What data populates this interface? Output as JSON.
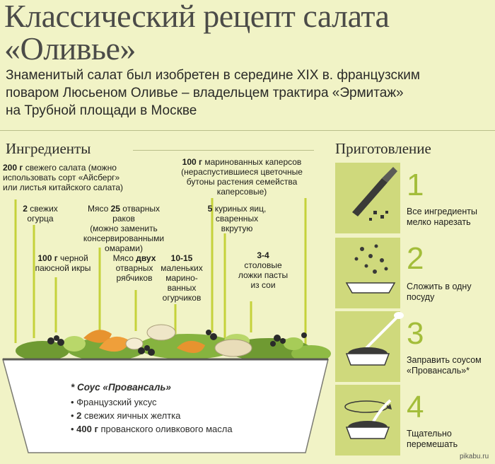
{
  "header": {
    "title_line1": "Классический рецепт салата",
    "title_line2": "«Оливье»",
    "subtitle_line1": "Знаменитый салат был изобретен в середине XIX в. французским",
    "subtitle_line2": "поваром Люсьеном Оливье – владельцем трактира «Эрмитаж»",
    "subtitle_line3": "на Трубной площади в Москве"
  },
  "ingredients_heading": "Ингредиенты",
  "preparation_heading": "Приготовление",
  "ingredients": {
    "lettuce": {
      "amount": "200 г",
      "l1": " свежего салата (можно",
      "l2": "использовать сорт «Айсберг»",
      "l3": "или листья китайского салата)"
    },
    "cucumbers": {
      "amount": "2",
      "l1": " свежих",
      "l2": "огурца"
    },
    "caviar": {
      "amount": "100 г",
      "l1": " черной",
      "l2": "паюсной икры"
    },
    "crayfish": {
      "prefix": "Мясо ",
      "amount": "25",
      "l1": " отварных раков",
      "l2": "(можно заменить",
      "l3": "консервированными",
      "l4": "омарами)"
    },
    "grouse": {
      "prefix": "Мясо ",
      "amount": "двух",
      "l2": "отварных",
      "l3": "рябчиков"
    },
    "gherkins": {
      "amount": "10-15",
      "l2": "маленьких",
      "l3": "марино-",
      "l4": "ванных",
      "l5": "огурчиков"
    },
    "capers": {
      "amount": "100 г",
      "l1": " маринованных каперсов",
      "l2": "(нераспустившиеся цветочные",
      "l3": "бутоны растения семейства",
      "l4": "каперсовые)"
    },
    "eggs": {
      "amount": "5",
      "l1": " куриных яиц,",
      "l2": "сваренных",
      "l3": "вкрутую"
    },
    "soy": {
      "amount": "3-4",
      "l2": "столовые",
      "l3": "ложки пасты",
      "l4": "из сои"
    }
  },
  "sauce": {
    "title": "* Соус «Провансаль»",
    "items": [
      {
        "amount": "",
        "text": "Французский уксус"
      },
      {
        "amount": "2",
        "text": " свежих яичных желтка"
      },
      {
        "amount": "400 г",
        "text": " прованского оливкового масла"
      }
    ]
  },
  "steps": [
    {
      "number": "1",
      "l1": "Все ингредиенты",
      "l2": "мелко нарезать"
    },
    {
      "number": "2",
      "l1": "Сложить в одну",
      "l2": "посуду"
    },
    {
      "number": "3",
      "l1": "Заправить соусом",
      "l2": "«Провансаль»*"
    },
    {
      "number": "4",
      "l1": "Тщательно",
      "l2": "перемешать"
    }
  ],
  "watermark": "pikabu.ru",
  "colors": {
    "background": "#f1f3c6",
    "step_box": "#cfd97c",
    "step_number": "#a3bd3a",
    "bowl": "#ffffff",
    "leader_line": "#c5d23a"
  }
}
